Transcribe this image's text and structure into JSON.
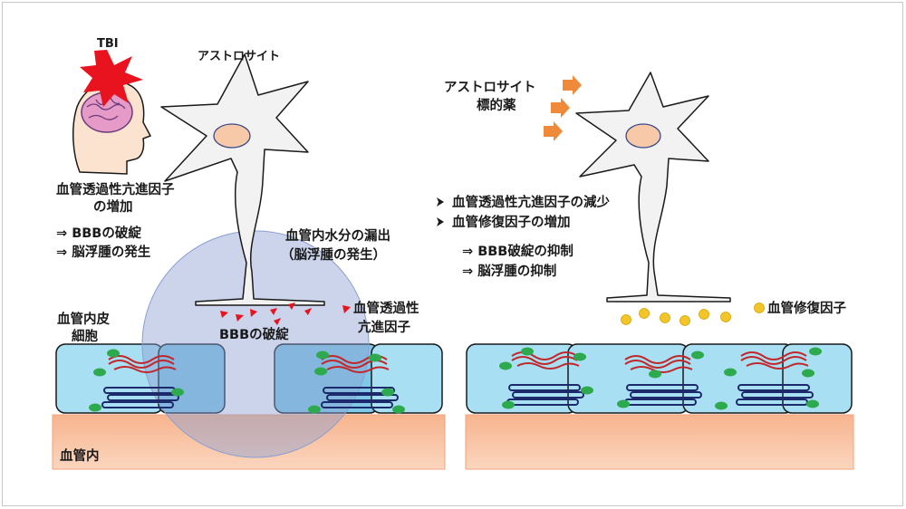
{
  "left_panel": {
    "tbi_label": "TBI",
    "astrocyte_label": "アストロサイト",
    "factor_increase_line1": "血管透過性亢進因子",
    "factor_increase_line2": "の増加",
    "result_bbb": "⇒ BBBの破綻",
    "result_edema": "⇒ 脳浮腫の発生",
    "leak_line1": "血管内水分の漏出",
    "leak_line2": "（脳浮腫の発生）",
    "endothelial_line1": "血管内皮",
    "endothelial_line2": "細胞",
    "bbb_breakdown": "BBBの破綻",
    "legend_factor_line1": "血管透過性",
    "legend_factor_line2": "亢進因子",
    "vessel_lumen": "血管内"
  },
  "right_panel": {
    "drug_line1": "アストロサイト",
    "drug_line2": "標的薬",
    "bullet_1": "血管透過性亢進因子の減少",
    "bullet_2": "血管修復因子の増加",
    "result_1": "⇒ BBB破綻の抑制",
    "result_2": "⇒ 脳浮腫の抑制",
    "legend_repair": "血管修復因子"
  },
  "colors": {
    "astrocyte_fill": "#f2f2f2",
    "nucleus_fill": "#f8c9a8",
    "cell_fill": "#a8dff2",
    "vessel_band": "#f7b992",
    "tight_junction_red": "#c0282c",
    "tight_junction_navy": "#1c2a6b",
    "green_dot": "#2eaa4e",
    "repair_dot": "#f2c62a",
    "leak_circle": "#9fadd6",
    "burst_red": "#e8131f"
  },
  "icons": [
    "head-icon",
    "brain-icon",
    "burst-icon",
    "astrocyte-icon",
    "arrow-icon",
    "checkmark-bullet-icon"
  ]
}
